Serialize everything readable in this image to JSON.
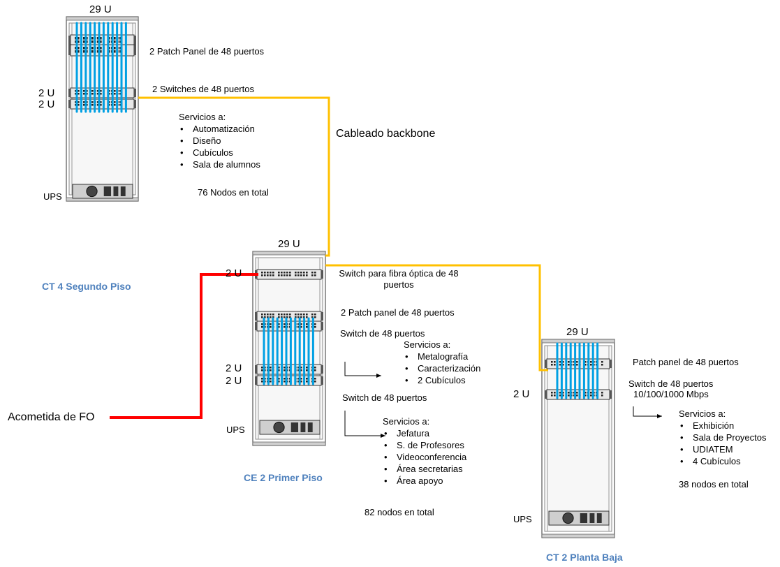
{
  "colors": {
    "backbone": "#ffc000",
    "fiber": "#ff0000",
    "cable": "#00a0e3",
    "title": "#4f81bd"
  },
  "rack_ct4": {
    "title": "CT 4 Segundo Piso",
    "units": "29 U",
    "size_upper": "2 U",
    "size_lower": "2 U",
    "ups": "UPS",
    "patch_label": "2 Patch Panel de 48 puertos",
    "switch_label": "2 Switches de 48 puertos",
    "services_header": "Servicios a:",
    "services": [
      "Automatización",
      "Diseño",
      "Cubículos",
      "Sala de alumnos"
    ],
    "total": "76 Nodos en total"
  },
  "rack_ce2": {
    "title": "CE 2 Primer Piso",
    "units": "29 U",
    "size_fiber": "2 U",
    "size_upper": "2 U",
    "size_lower": "2 U",
    "ups": "UPS",
    "fiber_switch_label_1": "Switch para fibra óptica de 48",
    "fiber_switch_label_2": "puertos",
    "patch_label": "2 Patch panel de 48 puertos",
    "switch1_label": "Switch de 48 puertos",
    "services1_header": "Servicios a:",
    "services1": [
      "Metalografía",
      "Caracterización",
      "2 Cubículos"
    ],
    "switch2_label": "Switch de 48 puertos",
    "services2_header": "Servicios a:",
    "services2": [
      "Jefatura",
      "S. de Profesores",
      "Videoconferencia",
      "Área secretarias",
      "Área apoyo"
    ],
    "total": "82 nodos en total"
  },
  "rack_ct2": {
    "title": "CT 2 Planta Baja",
    "units": "29 U",
    "size": "2 U",
    "ups": "UPS",
    "patch_label": "Patch panel de 48 puertos",
    "switch_label": "Switch de 48 puertos",
    "switch_speed": "10/100/1000 Mbps",
    "services_header": "Servicios a:",
    "services": [
      "Exhibición",
      "Sala de Proyectos",
      "UDIATEM",
      "4 Cubículos"
    ],
    "total": "38 nodos en total"
  },
  "backbone_label": "Cableado backbone",
  "fiber_entry_label": "Acometida de FO"
}
